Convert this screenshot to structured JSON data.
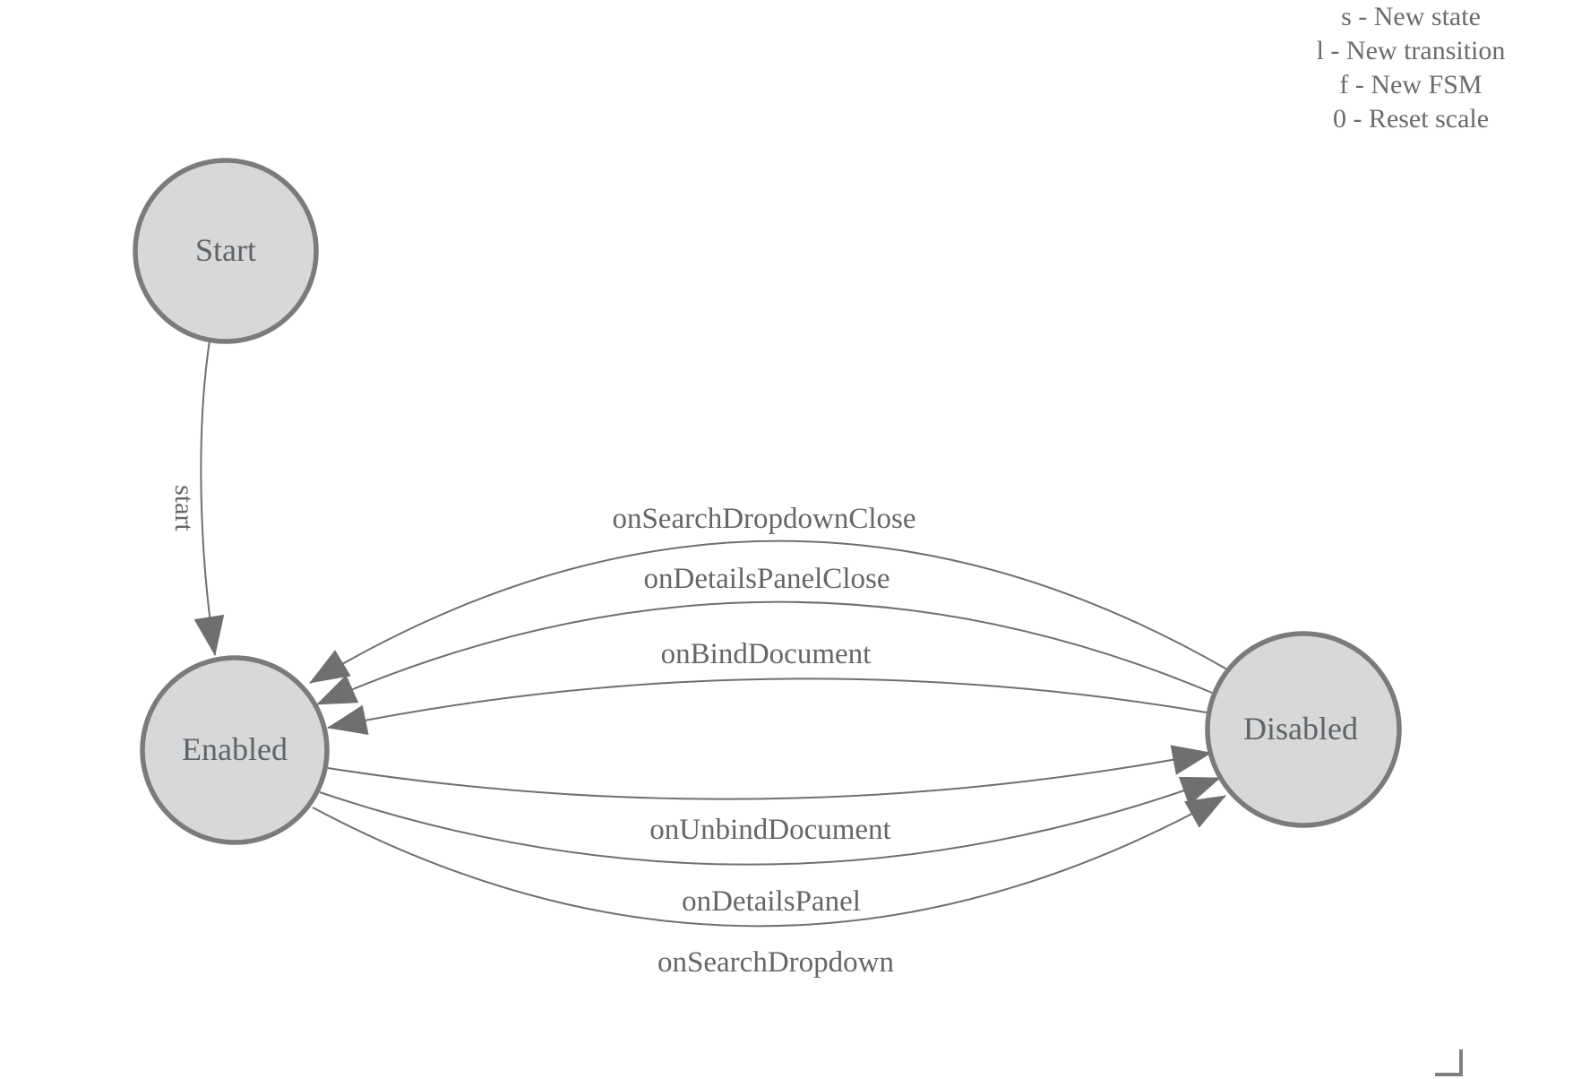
{
  "legend": {
    "items": [
      {
        "text": "s - New state"
      },
      {
        "text": "l - New transition"
      },
      {
        "text": "f - New FSM"
      },
      {
        "text": "0 - Reset scale"
      }
    ]
  },
  "diagram": {
    "nodes": [
      {
        "id": "start",
        "label": "Start"
      },
      {
        "id": "enabled",
        "label": "Enabled"
      },
      {
        "id": "disabled",
        "label": "Disabled"
      }
    ],
    "edges": [
      {
        "id": "start-edge",
        "from": "Start",
        "to": "Enabled",
        "label": "start"
      },
      {
        "id": "on-search-dropdown-close",
        "from": "Disabled",
        "to": "Enabled",
        "label": "onSearchDropdownClose"
      },
      {
        "id": "on-details-panel-close",
        "from": "Disabled",
        "to": "Enabled",
        "label": "onDetailsPanelClose"
      },
      {
        "id": "on-bind-document",
        "from": "Disabled",
        "to": "Enabled",
        "label": "onBindDocument"
      },
      {
        "id": "on-unbind-document",
        "from": "Enabled",
        "to": "Disabled",
        "label": "onUnbindDocument"
      },
      {
        "id": "on-details-panel",
        "from": "Enabled",
        "to": "Disabled",
        "label": "onDetailsPanel"
      },
      {
        "id": "on-search-dropdown",
        "from": "Enabled",
        "to": "Disabled",
        "label": "onSearchDropdown"
      }
    ]
  },
  "colors": {
    "node_fill": "#d8d8d8",
    "node_stroke": "#7b7b7b",
    "edge_stroke": "#6f6f6f",
    "node_label": "#5f6468",
    "edge_label": "#666666",
    "legend_text": "#6b6b6b"
  }
}
